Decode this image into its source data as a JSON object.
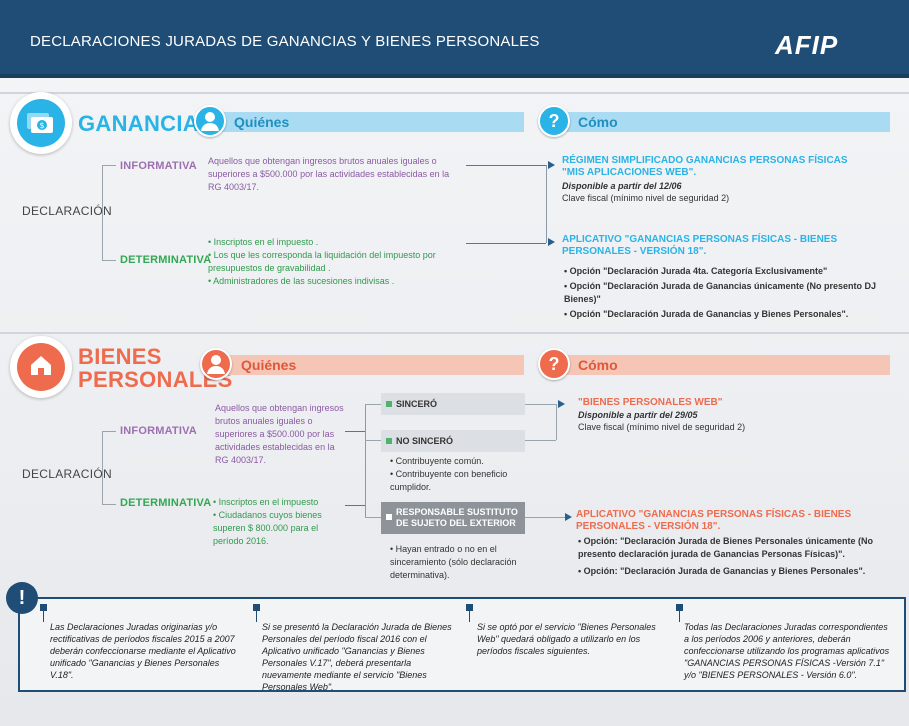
{
  "header": {
    "title": "DECLARACIONES JURADAS  DE GANANCIAS Y BIENES PERSONALES",
    "logo": "AFIP"
  },
  "colors": {
    "header": "#1f4d75",
    "ganancias": "#2ab3e6",
    "ganancias_pill": "#a9dcf2",
    "bienes": "#ee6b4d",
    "bienes_pill": "#f5c6b6",
    "informativa": "#9d6fb0",
    "determinativa": "#32a852"
  },
  "ganancias": {
    "title": "GANANCIAS",
    "quienes": "Quiénes",
    "como": "Cómo",
    "declaracion": "DECLARACIÓN",
    "informativa": "INFORMATIVA",
    "determinativa": "DETERMINATIVA",
    "informativa_text": "Aquellos que obtengan ingresos brutos anuales iguales o superiores a $500.000 por las actividades establecidas en la RG 4003/17.",
    "determinativa_items": [
      "• Inscriptos en el impuesto .",
      "• Los que les corresponda la liquidación del impuesto por presupuestos de gravabilidad .",
      "• Administradores de las sucesiones indivisas ."
    ],
    "regimen_title": "RÉGIMEN SIMPLIFICADO GANANCIAS PERSONAS FÍSICAS \"MIS APLICACIONES WEB\".",
    "regimen_disponible": "Disponible a partir del 12/06",
    "regimen_clave": "Clave fiscal (mínimo nivel de seguridad 2)",
    "aplicativo_title": "APLICATIVO  \"GANANCIAS PERSONAS FÍSICAS - BIENES PERSONALES - VERSIÓN 18\".",
    "aplicativo_items": [
      "• Opción \"Declaración Jurada 4ta. Categoría Exclusivamente\"",
      "• Opción \"Declaración Jurada de Ganancias únicamente (No presento DJ Bienes)\"",
      "• Opción \"Declaración Jurada de Ganancias y Bienes Personales\"."
    ]
  },
  "bienes": {
    "title_line1": "BIENES",
    "title_line2": "PERSONALES",
    "quienes": "Quiénes",
    "como": "Cómo",
    "declaracion": "DECLARACIÓN",
    "informativa": "INFORMATIVA",
    "determinativa": "DETERMINATIVA",
    "informativa_text": "Aquellos que obtengan ingresos brutos anuales iguales o superiores a $500.000 por las actividades establecidas en la RG 4003/17.",
    "determinativa_items": [
      "• Inscriptos en el impuesto",
      "• Ciudadanos cuyos bienes superen  $ 800.000 para el período 2016."
    ],
    "sincero": "SINCERÓ",
    "no_sincero": "NO SINCERÓ",
    "no_sincero_items": [
      "• Contribuyente común.",
      "• Contribuyente con beneficio cumplidor."
    ],
    "responsable": "RESPONSABLE SUSTITUTO DE SUJETO DEL EXTERIOR",
    "responsable_text": "• Hayan entrado o no en el sinceramiento (sólo declaración determinativa).",
    "web_title": "\"BIENES PERSONALES WEB\"",
    "web_disponible": "Disponible a partir del 29/05",
    "web_clave": "Clave fiscal (mínimo nivel de seguridad 2)",
    "aplicativo_title": "APLICATIVO  \"GANANCIAS PERSONAS FÍSICAS - BIENES PERSONALES - VERSIÓN 18\".",
    "aplicativo_items": [
      "• Opción: \"Declaración Jurada de Bienes Personales únicamente (No presento declaración jurada de Ganancias Personas Físicas)\".",
      "• Opción: \"Declaración Jurada de Ganancias y Bienes Personales\"."
    ]
  },
  "notes": {
    "icon": "!",
    "items": [
      "Las Declaraciones Juradas originarias y/o rectificativas de períodos fiscales 2015 a 2007 deberán confeccionarse mediante el Aplicativo unificado \"Ganancias y Bienes Personales V.18\".",
      "Si se presentó la Declaración Jurada de Bienes Personales del período fiscal 2016 con el Aplicativo unificado \"Ganancias y Bienes Personales V.17\", deberá presentarla nuevamente mediante el servicio \"Bienes Personales Web\".",
      "Si se optó por el servicio \"Bienes Personales Web\" quedará obligado a utilizarlo en los períodos fiscales siguientes.",
      "Todas las Declaraciones Juradas correspondientes a los períodos 2006 y anteriores, deberán confeccionarse utilizando los programas aplicativos \"GANANCIAS PERSONAS FÍSICAS -Versión 7.1\" y/o \"BIENES PERSONALES - Versión 6.0\"."
    ]
  }
}
